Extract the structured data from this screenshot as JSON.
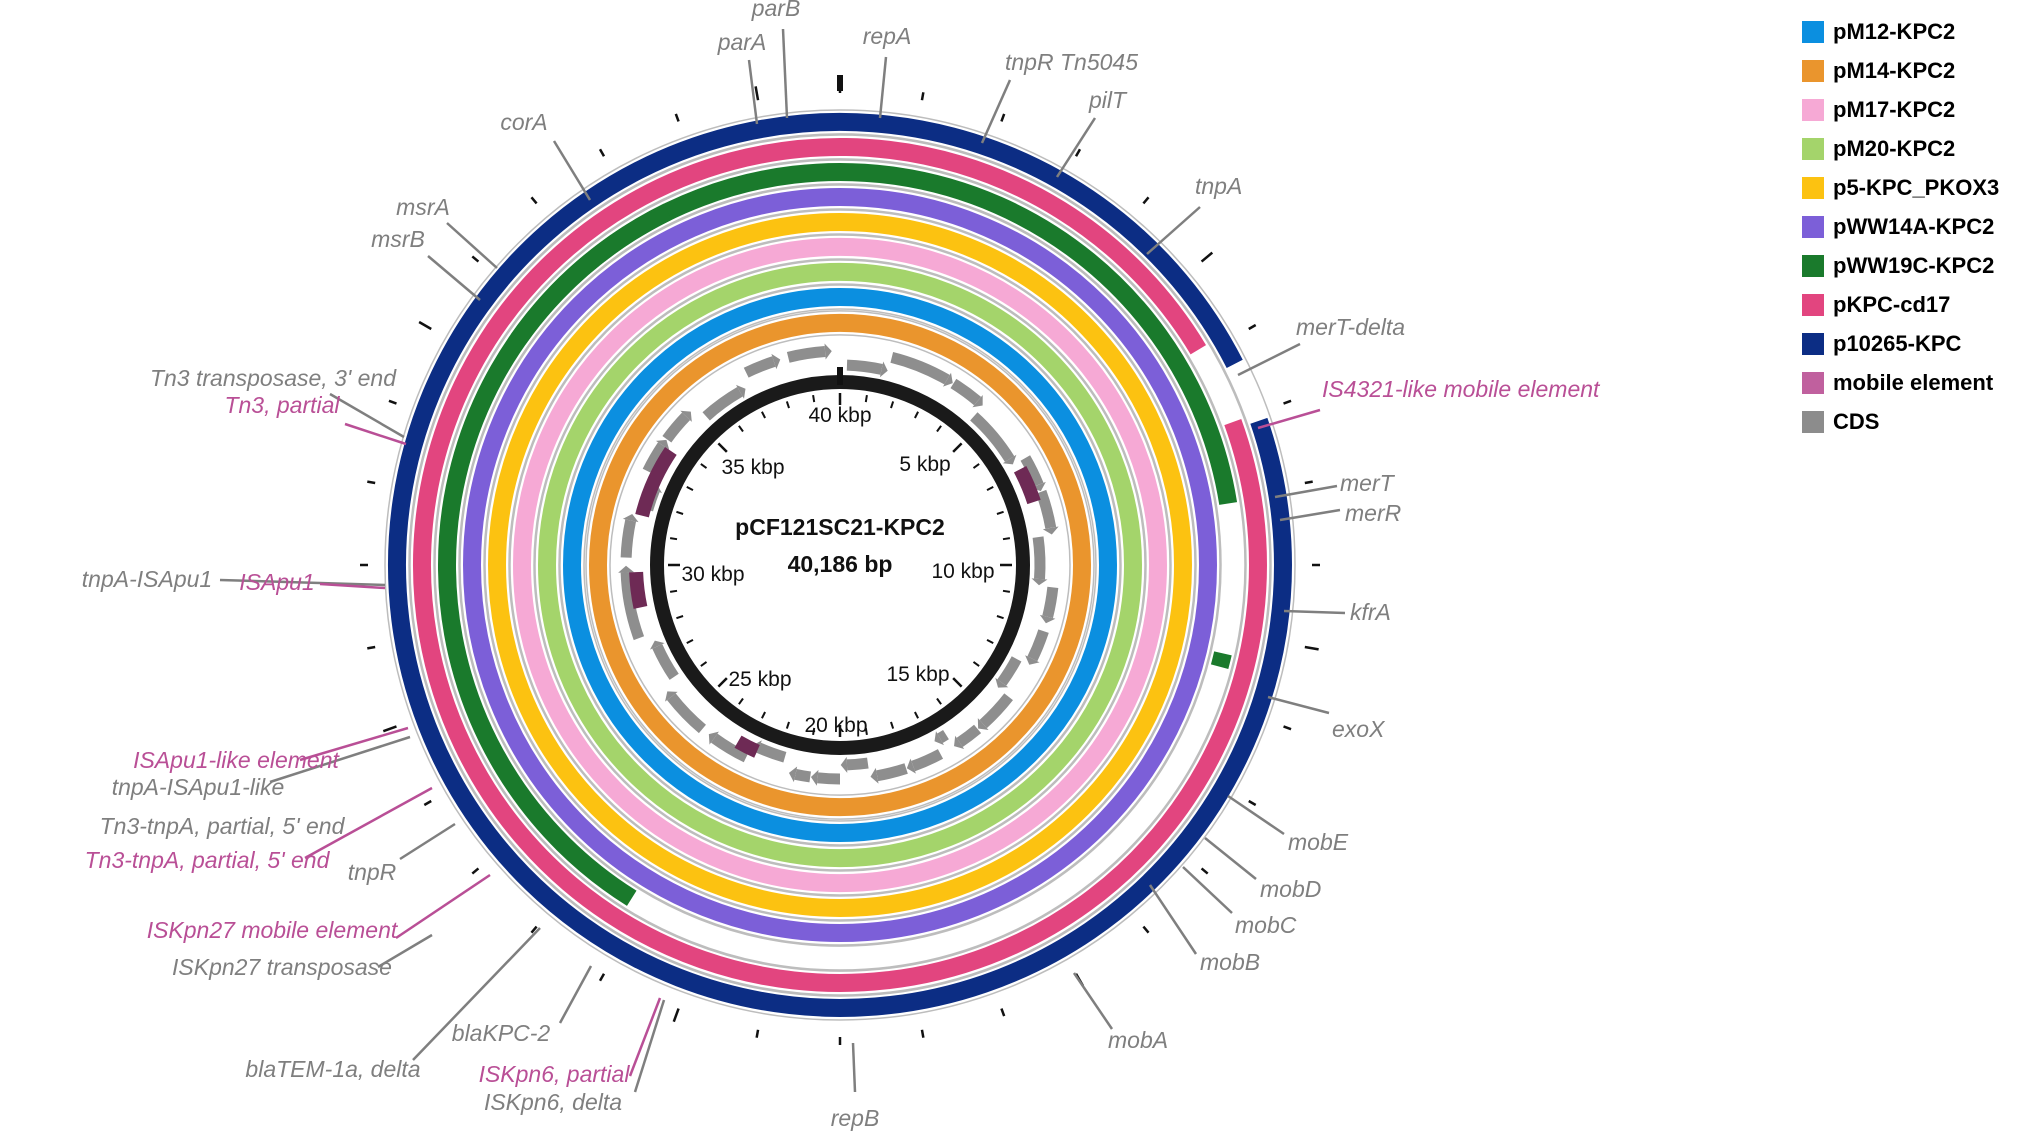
{
  "plasmid": {
    "name": "pCF121SC21-KPC2",
    "size": "40,186 bp"
  },
  "ticks": [
    "40 kbp",
    "5 kbp",
    "10 kbp",
    "15 kbp",
    "20 kbp",
    "25 kbp",
    "30 kbp",
    "35 kbp"
  ],
  "legend": [
    {
      "label": "pM12-KPC2",
      "color": "#0b8fe0"
    },
    {
      "label": "pM14-KPC2",
      "color": "#ea952d"
    },
    {
      "label": "pM17-KPC2",
      "color": "#f6a9d5"
    },
    {
      "label": "pM20-KPC2",
      "color": "#a4d46b"
    },
    {
      "label": "p5-KPC_PKOX3",
      "color": "#fcc211"
    },
    {
      "label": "pWW14A-KPC2",
      "color": "#7c5fd8"
    },
    {
      "label": "pWW19C-KPC2",
      "color": "#1a7a2c"
    },
    {
      "label": "pKPC-cd17",
      "color": "#e2457f"
    },
    {
      "label": "p10265-KPC",
      "color": "#0c2d84"
    },
    {
      "label": "mobile element",
      "color": "#c0609e"
    },
    {
      "label": "CDS",
      "color": "#8c8c8c"
    }
  ],
  "features": {
    "cds": [
      "parB",
      "parA",
      "repA",
      "tnpR Tn5045",
      "pilT",
      "corA",
      "msrA",
      "msrB",
      "tnpA",
      "merT-delta",
      "Tn3 transposase, 3' end",
      "merT",
      "merR",
      "tnpA-ISApu1",
      "kfrA",
      "exoX",
      "tnpA-ISApu1-like",
      "Tn3-tnpA, partial, 5' end",
      "mobE",
      "mobD",
      "tnpR",
      "mobC",
      "mobB",
      "ISKpn27 transposase",
      "blaKPC-2",
      "mobA",
      "blaTEM-1a, delta",
      "ISKpn6, delta",
      "repB"
    ],
    "mobile": [
      "Tn3, partial",
      "IS4321-like mobile element",
      "ISApu1",
      "ISApu1-like element",
      "Tn3-tnpA, partial, 5' end",
      "ISKpn27 mobile element",
      "ISKpn6, partial"
    ]
  }
}
